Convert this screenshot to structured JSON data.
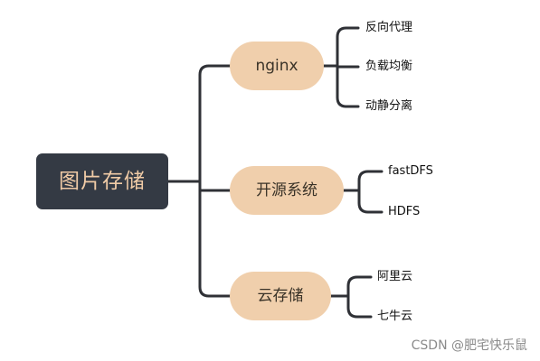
{
  "mindmap": {
    "root": {
      "label": "图片存储"
    },
    "branches": [
      {
        "label": "nginx",
        "leaves": [
          "反向代理",
          "负载均衡",
          "动静分离"
        ]
      },
      {
        "label": "开源系统",
        "leaves": [
          "fastDFS",
          "HDFS"
        ]
      },
      {
        "label": "云存储",
        "leaves": [
          "阿里云",
          "七牛云"
        ]
      }
    ]
  },
  "colors": {
    "root_fill": "#343a44",
    "root_text": "#f0cba6",
    "branch_fill": "#f0cfac",
    "connector": "#2f3136"
  },
  "watermark": "CSDN @肥宅快乐鼠"
}
